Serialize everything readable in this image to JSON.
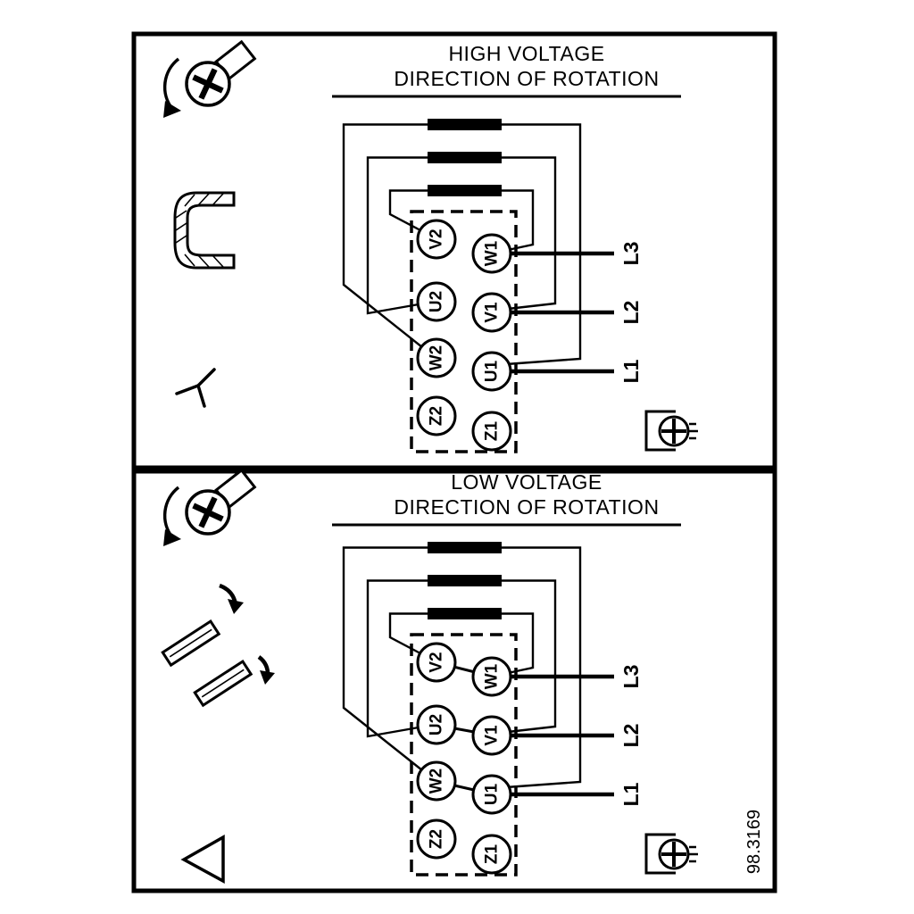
{
  "diagram": {
    "figure_number": "98.3169",
    "panels": [
      {
        "name": "high-voltage",
        "title": "HIGH VOLTAGE",
        "subtitle": "DIRECTION OF ROTATION",
        "connection_symbol": "star",
        "terminals": {
          "left": [
            "V2",
            "U2",
            "W2",
            "Z2"
          ],
          "right": [
            "W1",
            "V1",
            "U1",
            "Z1"
          ]
        },
        "supply_lines": [
          "L3",
          "L2",
          "L1"
        ],
        "jumper_bar_count": 3
      },
      {
        "name": "low-voltage",
        "title": "LOW VOLTAGE",
        "subtitle": "DIRECTION OF ROTATION",
        "connection_symbol": "delta",
        "terminals": {
          "left": [
            "V2",
            "U2",
            "W2",
            "Z2"
          ],
          "right": [
            "W1",
            "V1",
            "U1",
            "Z1"
          ]
        },
        "supply_lines": [
          "L3",
          "L2",
          "L1"
        ],
        "jumper_bar_count": 3
      }
    ],
    "icons": {
      "screw": "screw-with-rotation-arrow",
      "jumper_link": "bridge-link-bracket",
      "star_symbol": "Y",
      "delta_symbol": "triangle",
      "cable_screw": "terminal-screw-clamp"
    },
    "colors": {
      "line": "#000000",
      "background": "#ffffff"
    }
  }
}
